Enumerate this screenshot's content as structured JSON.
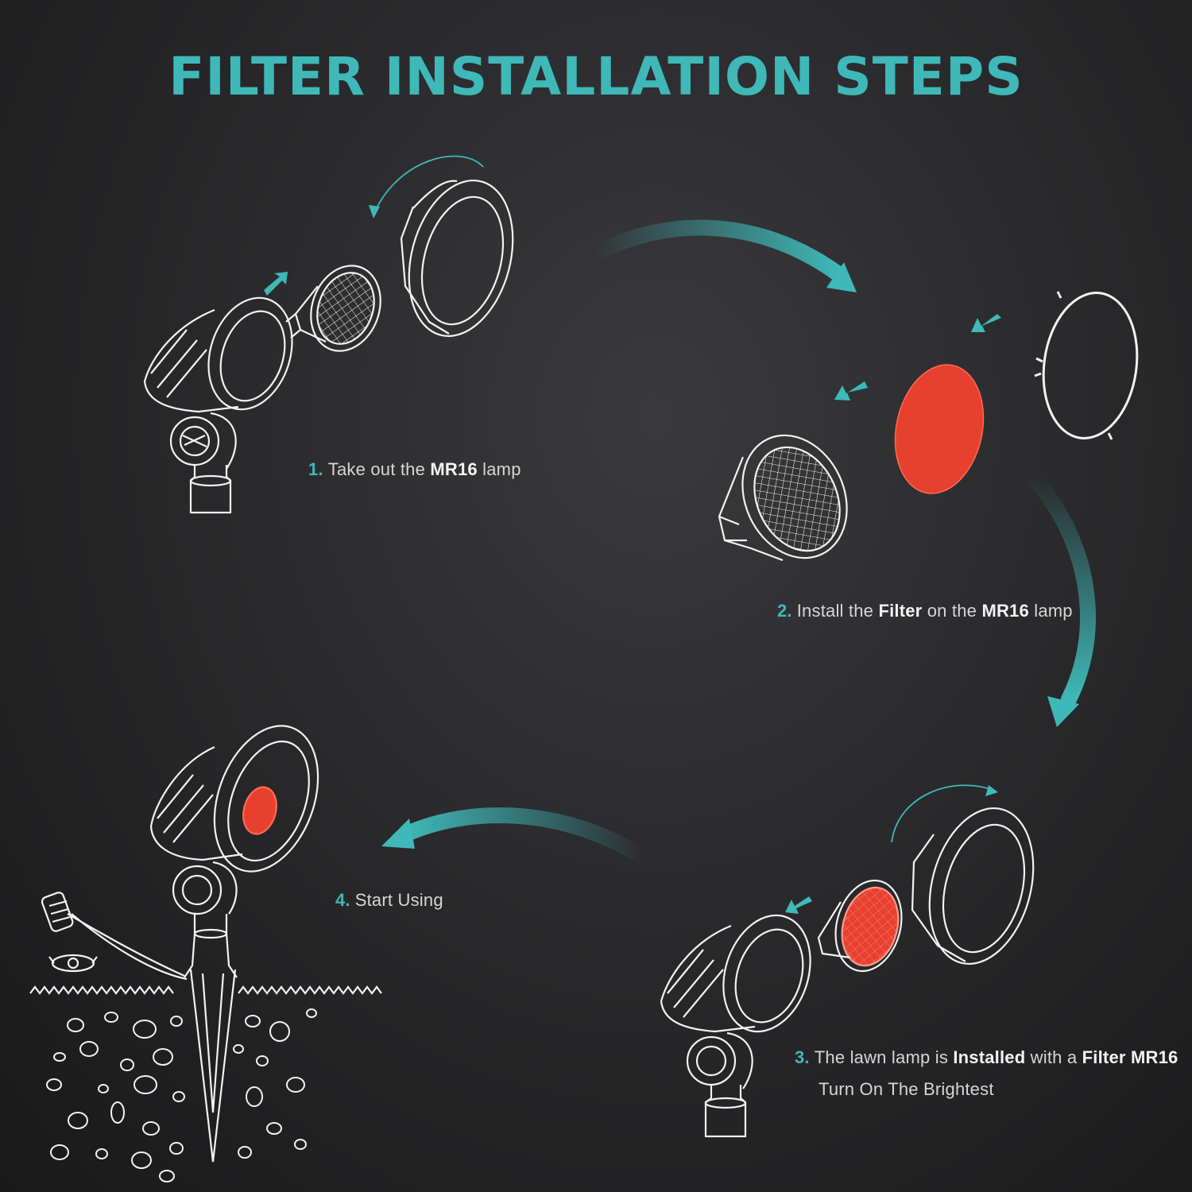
{
  "title": "FILTER INSTALLATION STEPS",
  "colors": {
    "accent": "#3fb8b8",
    "filter_red": "#e8402e",
    "line": "#f2f2f2"
  },
  "steps": [
    {
      "num": "1.",
      "t1": "Take out the ",
      "b1": "MR16",
      "t2": " lamp"
    },
    {
      "num": "2.",
      "t1": "Install the ",
      "b1": "Filter",
      "t2": " on the ",
      "b2": "MR16",
      "t3": " lamp"
    },
    {
      "num": "3.",
      "t1": "The lawn lamp is ",
      "b1": "Installed",
      "t2": " with a ",
      "b2": "Filter MR16",
      "sub": "Turn On The Brightest"
    },
    {
      "num": "4.",
      "t1": "Start Using"
    }
  ]
}
